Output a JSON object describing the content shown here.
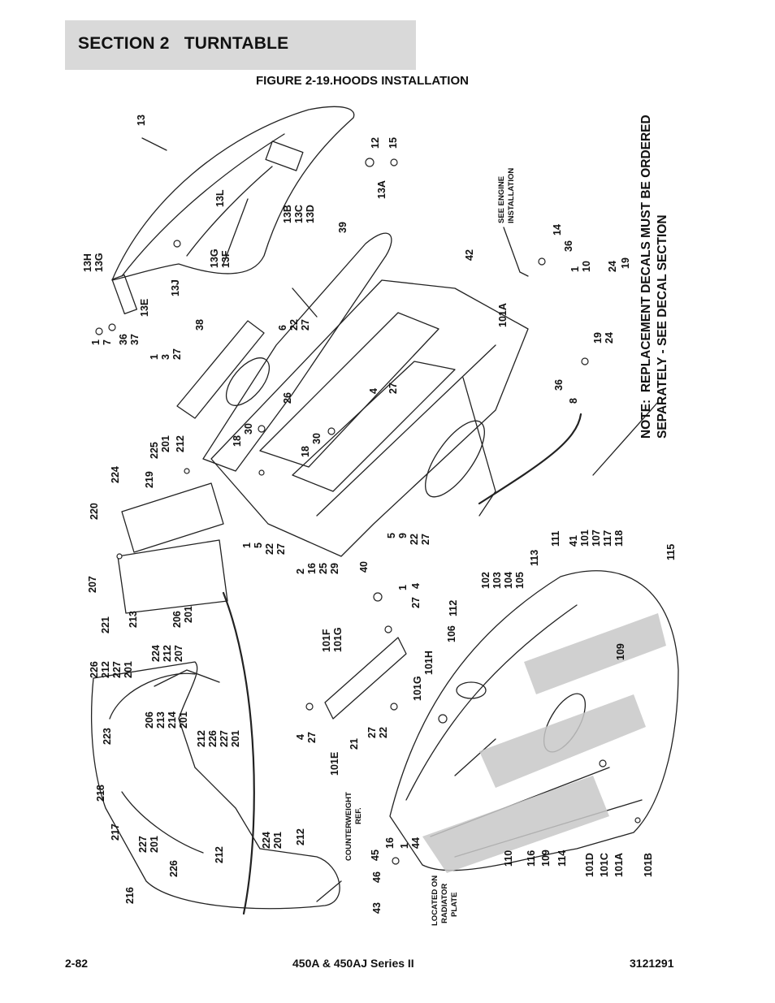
{
  "header": {
    "section": "SECTION 2   TURNTABLE"
  },
  "figure": {
    "title": "FIGURE 2-19.HOODS INSTALLATION"
  },
  "note": {
    "line1": "NOTE:  REPLACEMENT DECALS MUST BE ORDERED",
    "line2": "SEPARATELY - SEE DECAL SECTION"
  },
  "callouts": {
    "see_engine_1": "SEE ENGINE",
    "see_engine_2": "INSTALLATION",
    "cw_1": "COUNTERWEIGHT",
    "cw_2": "REF.",
    "loc_1": "LOCATED ON",
    "loc_2": "RADIATOR",
    "loc_3": "PLATE"
  },
  "labels": [
    "13",
    "12",
    "15",
    "13A",
    "13B",
    "13C",
    "13D",
    "13L",
    "13G",
    "13F",
    "13H",
    "13G",
    "13E",
    "13J",
    "1",
    "7",
    "36",
    "37",
    "1",
    "3",
    "27",
    "38",
    "6",
    "22",
    "27",
    "39",
    "42",
    "26",
    "4",
    "27",
    "18",
    "30",
    "18",
    "30",
    "14",
    "36",
    "101A",
    "1",
    "10",
    "24",
    "19",
    "19",
    "24",
    "36",
    "8",
    "225",
    "201",
    "212",
    "224",
    "219",
    "220",
    "1",
    "5",
    "22",
    "27",
    "5",
    "9",
    "22",
    "27",
    "2",
    "16",
    "25",
    "29",
    "40",
    "207",
    "221",
    "213",
    "206",
    "201",
    "226",
    "212",
    "227",
    "201",
    "224",
    "212",
    "207",
    "223",
    "206",
    "213",
    "214",
    "201",
    "212",
    "226",
    "227",
    "201",
    "218",
    "217",
    "227",
    "201",
    "226",
    "212",
    "224",
    "201",
    "212",
    "216",
    "101F",
    "101G",
    "1",
    "27",
    "4",
    "4",
    "27",
    "101E",
    "21",
    "27",
    "22",
    "101G",
    "101H",
    "112",
    "106",
    "102",
    "103",
    "104",
    "105",
    "113",
    "111",
    "41",
    "101",
    "107",
    "117",
    "118",
    "115",
    "109",
    "110",
    "116",
    "109",
    "114",
    "101D",
    "101C",
    "101A",
    "101B",
    "46",
    "45",
    "16",
    "1",
    "44",
    "43"
  ],
  "footer": {
    "page": "2-82",
    "model": "450A & 450AJ Series II",
    "doc": "3121291"
  }
}
